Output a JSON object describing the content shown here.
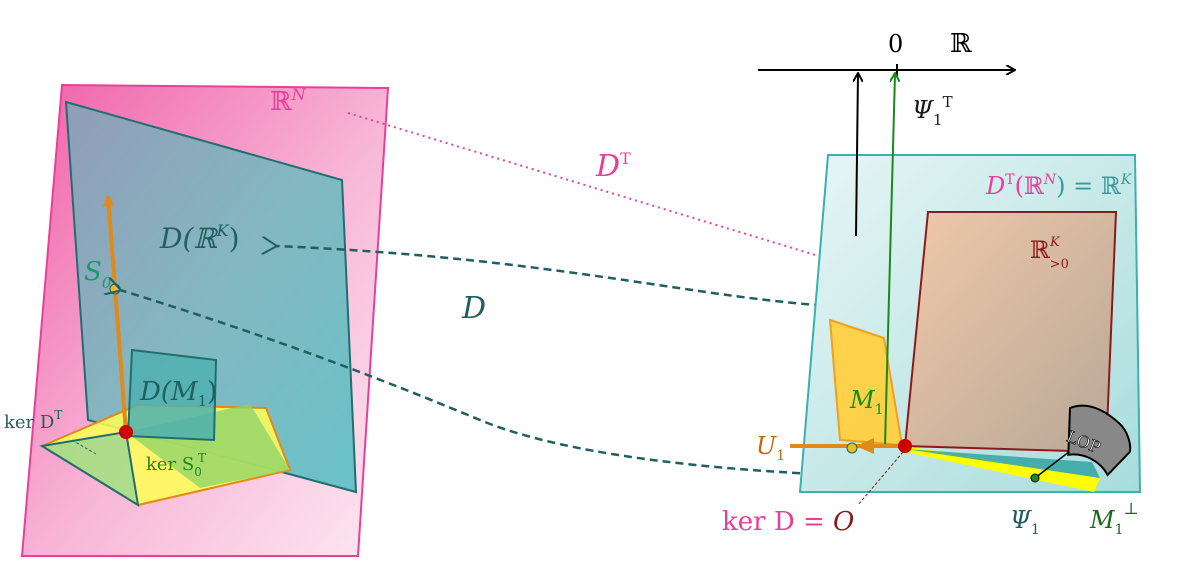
{
  "colors": {
    "magenta": "#e8409a",
    "teal_dark": "#1f5f5f",
    "teal_fill": "#4fb6b6",
    "green": "#1a8a1a",
    "orange": "#e08a1a",
    "yellow": "#fff200",
    "brown": "#8b1a1a",
    "red_dot": "#cc0000"
  },
  "left": {
    "rn_label": "ℝ",
    "rn_sup": "N",
    "drk_label_pre": "D(ℝ",
    "drk_sup": "K",
    "drk_label_post": ")",
    "s0_label": "S",
    "s0_sub": "0",
    "dm1_label_pre": "D(",
    "dm1_script": "M",
    "dm1_sub": "1",
    "dm1_post": ")",
    "kerdt_label": "ker D",
    "kerdt_sup": "T",
    "kers0_label": "ker S",
    "kers0_sub": "0",
    "kers0_sup": "T"
  },
  "middle": {
    "dt_label": "D",
    "dt_sup": "T",
    "d_label": "D"
  },
  "right": {
    "axis_zero": "0",
    "axis_r": "ℝ",
    "psi1t_label": "Ψ",
    "psi1t_sub": "1",
    "psi1t_sup": "T",
    "dtrn_pre": "D",
    "dtrn_sup": "T",
    "dtrn_mid": "(ℝ",
    "dtrn_sup2": "N",
    "dtrn_post": ") = ℝ",
    "dtrn_sup3": "K",
    "rk_label": "ℝ",
    "rk_sup": "K",
    "rk_sub": ">0",
    "m1_script": "M",
    "m1_sub": "1",
    "u1_script": "U",
    "u1_sub": "1",
    "kerd_label": "ker D = ",
    "kerd_o": "O",
    "psi1_label": "Ψ",
    "psi1_sub": "1",
    "m1perp_script": "M",
    "m1perp_sub": "1",
    "m1perp_sup": "⊥",
    "lop_label": "LOP"
  }
}
